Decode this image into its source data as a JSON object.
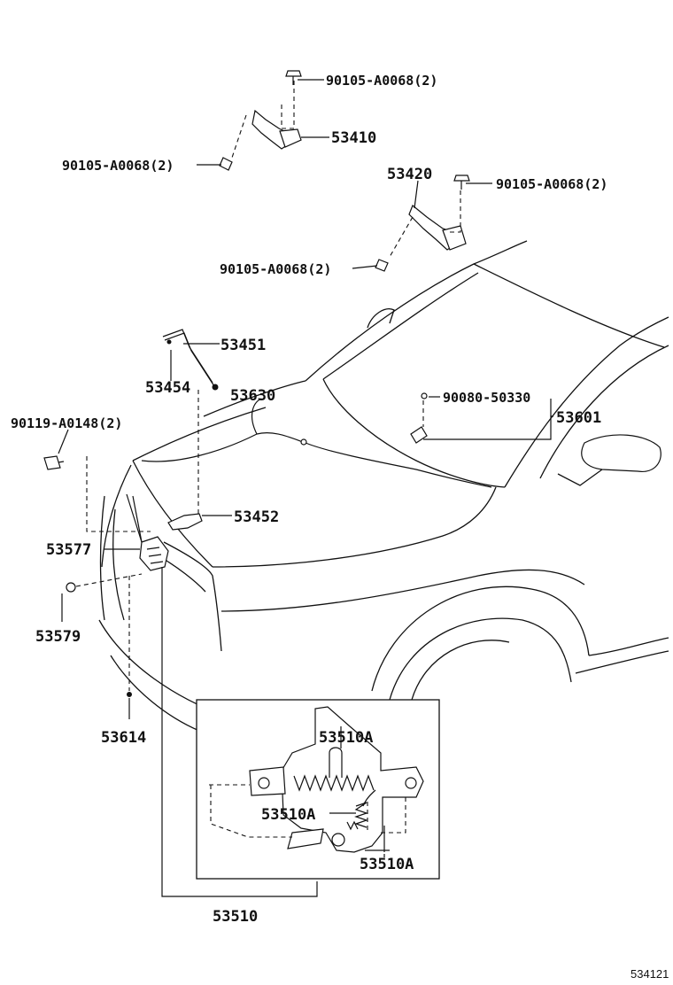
{
  "labels": {
    "bolt_53410_top": "90105-A0068(2)",
    "p53410": "53410",
    "bolt_53410_left": "90105-A0068(2)",
    "p53420": "53420",
    "bolt_53420_right": "90105-A0068(2)",
    "bolt_53420_left": "90105-A0068(2)",
    "p53451": "53451",
    "p53454": "53454",
    "p53630": "53630",
    "clip_90080": "90080-50330",
    "p53601": "53601",
    "bolt_90119": "90119-A0148(2)",
    "p53452": "53452",
    "p53577": "53577",
    "p53579": "53579",
    "p53614": "53614",
    "p53510A_1": "53510A",
    "p53510A_2": "53510A",
    "p53510A_3": "53510A",
    "p53510": "53510",
    "diagram_id": "534121"
  }
}
